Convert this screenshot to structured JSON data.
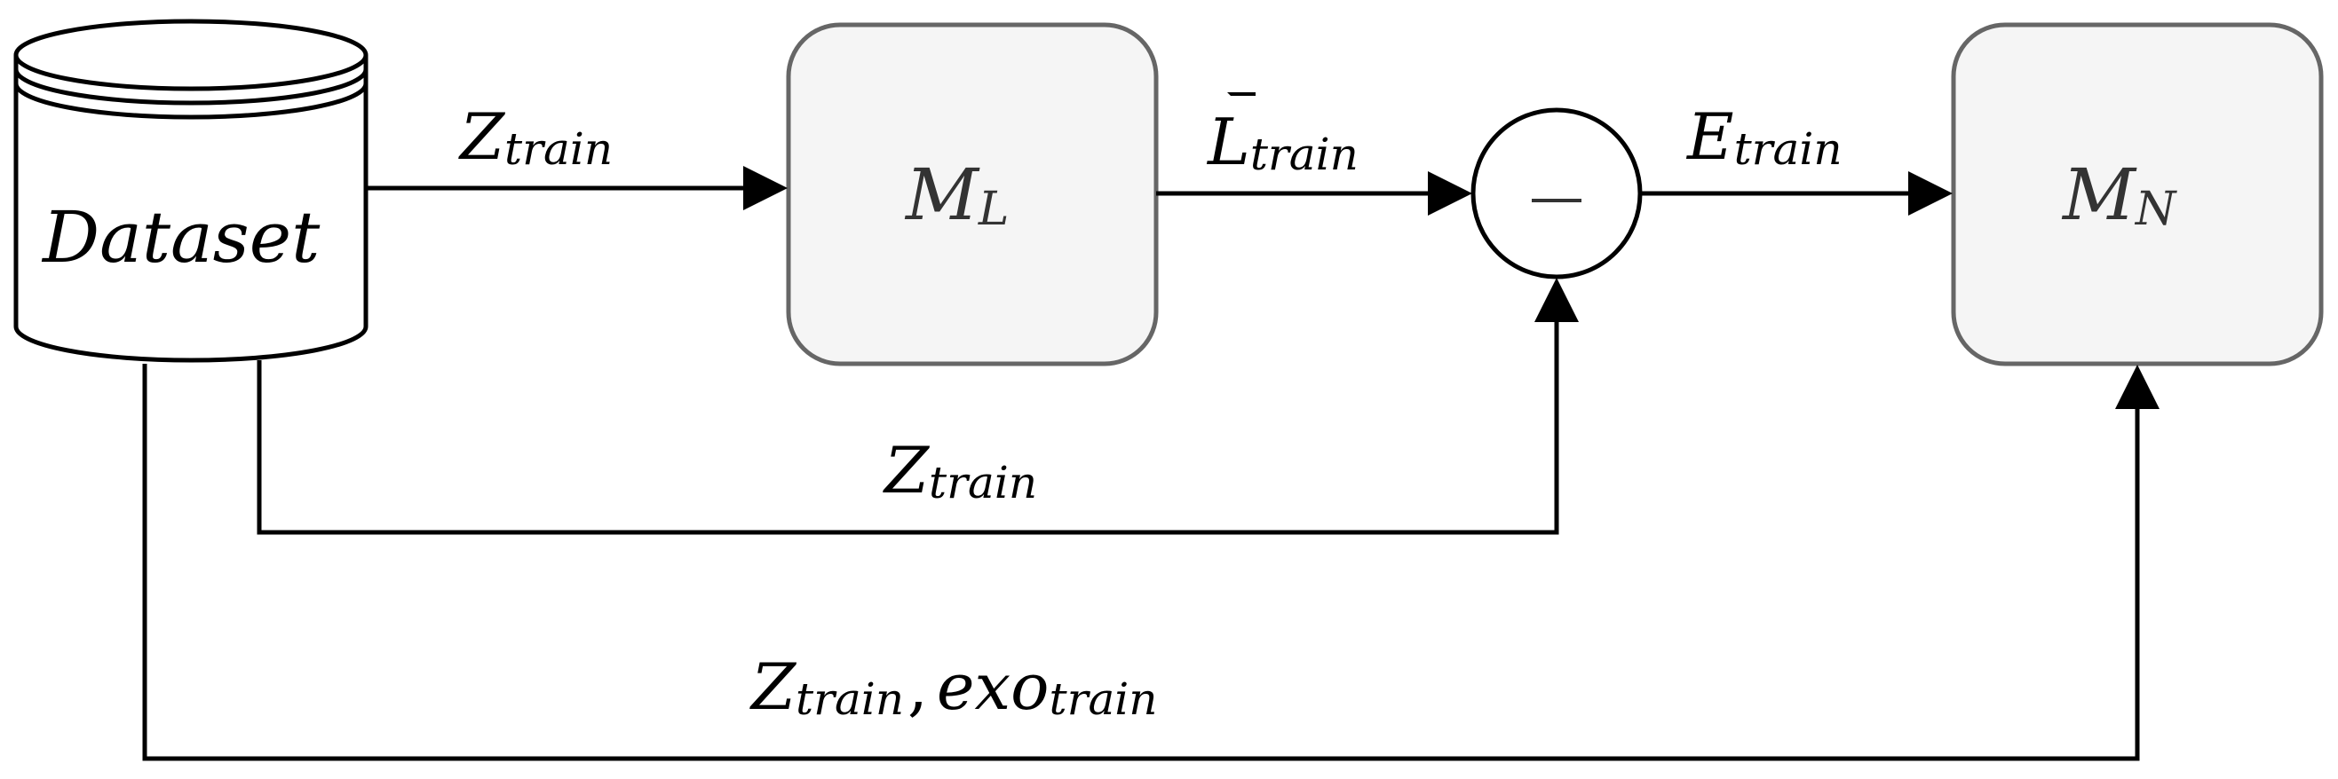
{
  "nodes": {
    "dataset": {
      "label": "Dataset"
    },
    "model_l": {
      "symbol": "M",
      "subscript": "L"
    },
    "subtract": {
      "symbol": "−"
    },
    "model_n": {
      "symbol": "M",
      "subscript": "N"
    }
  },
  "edges": {
    "dataset_to_ml": {
      "symbol": "Z",
      "subscript": "train"
    },
    "ml_to_sub": {
      "symbol": "L",
      "subscript": "train"
    },
    "sub_to_mn": {
      "symbol": "E",
      "subscript": "train"
    },
    "dataset_to_sub": {
      "symbol": "Z",
      "subscript": "train"
    },
    "dataset_to_mn": {
      "symbol": "Z",
      "subscript": "train",
      "separator": ",",
      "symbol2": "exo",
      "subscript2": "train"
    }
  },
  "colors": {
    "box_fill": "#f5f5f5",
    "box_stroke": "#666666",
    "line": "#000000"
  }
}
